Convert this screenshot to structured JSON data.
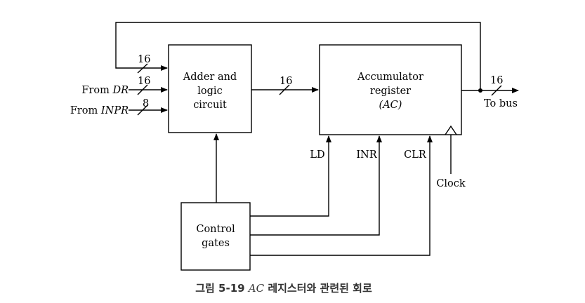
{
  "blocks": {
    "adder": {
      "line1": "Adder and",
      "line2": "logic",
      "line3": "circuit"
    },
    "accumulator": {
      "line1": "Accumulator",
      "line2": "register",
      "line3": "(AC)"
    },
    "control": {
      "line1": "Control",
      "line2": "gates"
    }
  },
  "inputs": {
    "feedback_width": "16",
    "dr": {
      "prefix": "From ",
      "name": "DR",
      "width": "16"
    },
    "inpr": {
      "prefix": "From ",
      "name": "INPR",
      "width": "8"
    }
  },
  "adder_to_ac_width": "16",
  "output": {
    "width": "16",
    "label": "To bus"
  },
  "controls": {
    "ld": "LD",
    "inr": "INR",
    "clr": "CLR",
    "clock": "Clock"
  },
  "caption": {
    "prefix": "그림 5-19 ",
    "ac": "AC",
    "suffix": " 레지스터와 관련된 회로"
  },
  "colors": {
    "line": "#000000",
    "caption": "#333333"
  }
}
